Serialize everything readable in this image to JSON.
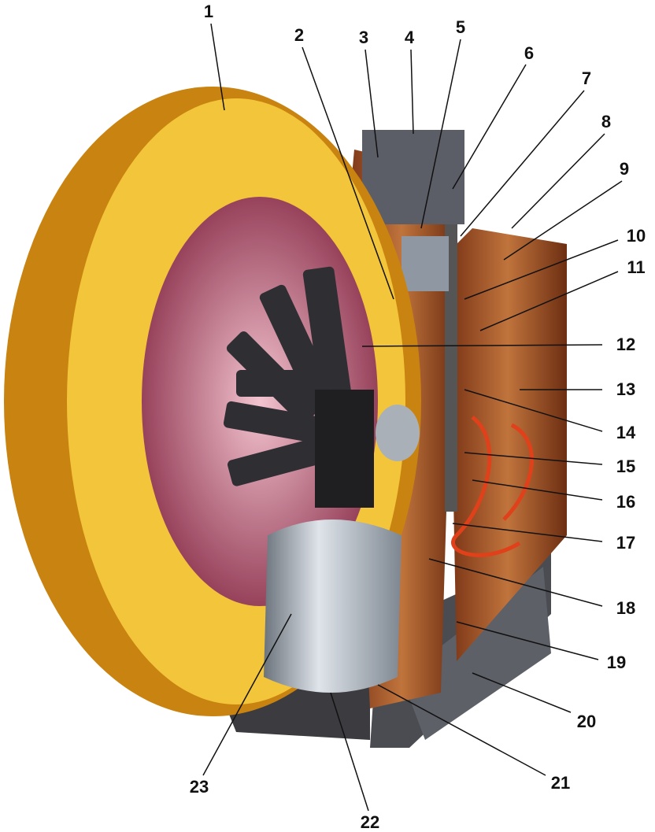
{
  "callouts": [
    {
      "label": "1"
    },
    {
      "label": "2"
    },
    {
      "label": "3"
    },
    {
      "label": "4"
    },
    {
      "label": "5"
    },
    {
      "label": "6"
    },
    {
      "label": "7"
    },
    {
      "label": "8"
    },
    {
      "label": "9"
    },
    {
      "label": "10"
    },
    {
      "label": "11"
    },
    {
      "label": "12"
    },
    {
      "label": "13"
    },
    {
      "label": "14"
    },
    {
      "label": "15"
    },
    {
      "label": "16"
    },
    {
      "label": "17"
    },
    {
      "label": "18"
    },
    {
      "label": "19"
    },
    {
      "label": "20"
    },
    {
      "label": "21"
    },
    {
      "label": "22"
    },
    {
      "label": "23"
    }
  ],
  "colors": {
    "ring": "#e8a91c",
    "ring_light": "#fbe26a",
    "disc": "#b0506a",
    "plate": "#9a4a22",
    "metal": "#9aa3ad",
    "dark": "#3a3a3a",
    "wire": "#e0401a"
  }
}
